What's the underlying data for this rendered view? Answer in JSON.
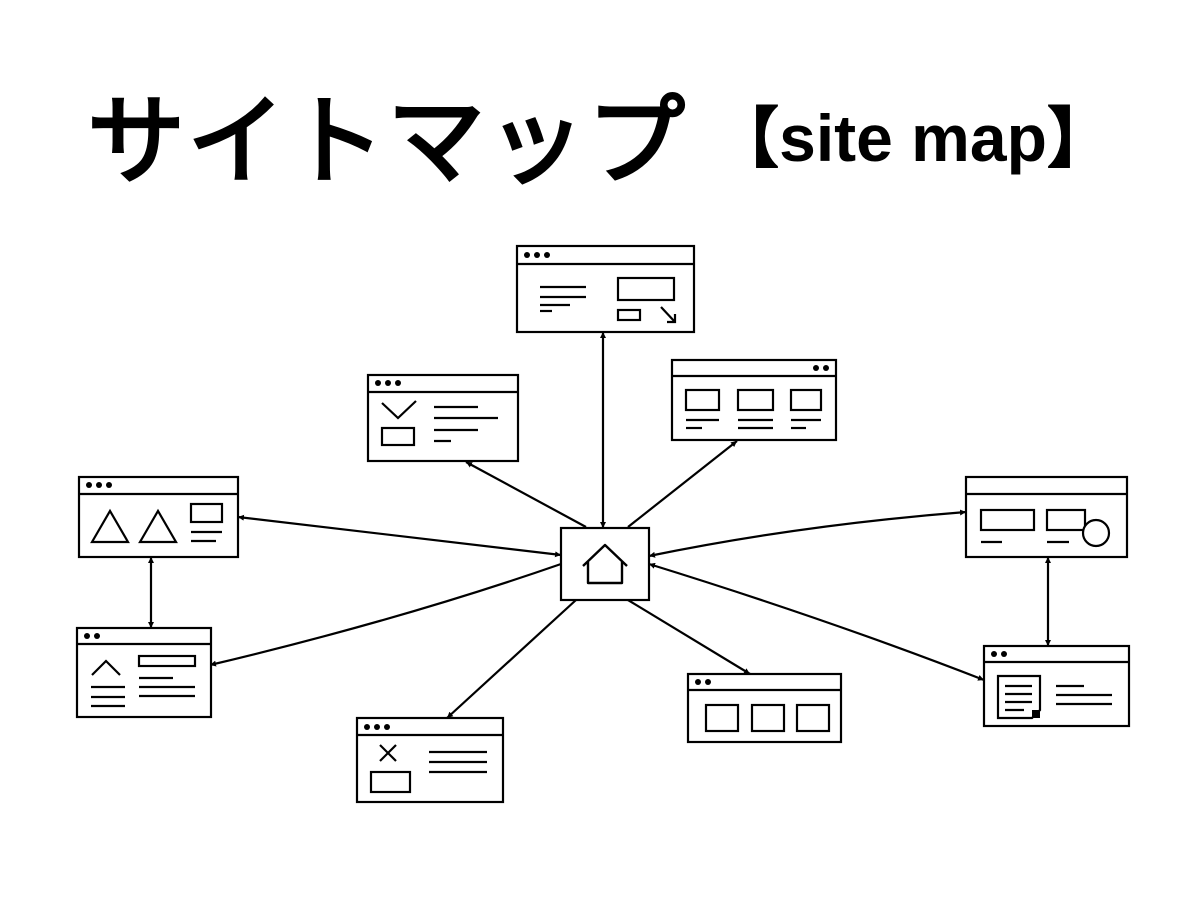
{
  "title": {
    "main": "サイトマップ",
    "sub": "【site map】"
  },
  "colors": {
    "stroke": "#000000",
    "background": "#ffffff"
  },
  "hub": {
    "icon": "home-icon"
  },
  "pages": [
    {
      "id": "top",
      "icon": "text-lines-with-box-and-download-arrow"
    },
    {
      "id": "upper-left",
      "icon": "checkmark-and-list"
    },
    {
      "id": "upper-right",
      "icon": "three-card-grid"
    },
    {
      "id": "left",
      "icon": "two-triangles-and-box"
    },
    {
      "id": "lower-left",
      "icon": "chevron-up-and-text"
    },
    {
      "id": "bottom-left",
      "icon": "cross-and-list"
    },
    {
      "id": "bottom-right",
      "icon": "three-boxes"
    },
    {
      "id": "right",
      "icon": "boxes-with-circle"
    },
    {
      "id": "lower-right",
      "icon": "document-and-lines"
    }
  ]
}
